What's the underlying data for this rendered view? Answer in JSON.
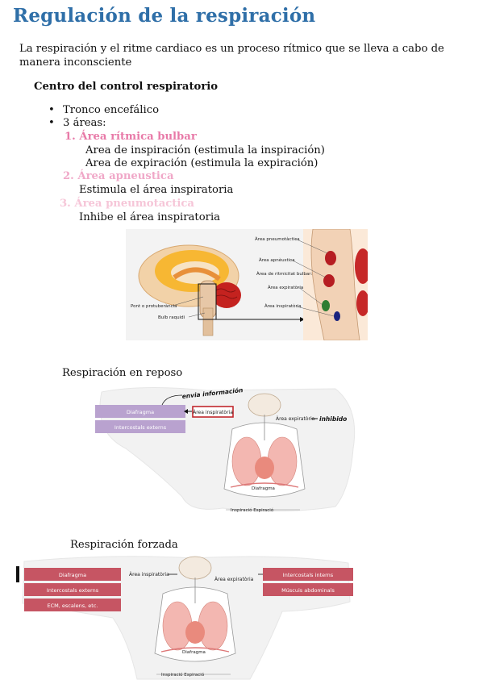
{
  "title": "Regulación de la respiración",
  "intro": "La respiración y el ritme cardiaco es un proceso rítmico que se lleva a cabo de manera inconsciente",
  "section_heading": "Centro del control respiratorio",
  "bullets": [
    "Tronco encefálico",
    "3 áreas:"
  ],
  "areas": [
    {
      "title": "1. Área rítmica bulbar",
      "lines": [
        "Area de inspiración (estimula la inspiración)",
        "Area de expiración (estimula la expiración)"
      ]
    },
    {
      "title": "2. Área apneustica",
      "lines": [
        "Estimula el área inspiratoria"
      ]
    },
    {
      "title": "3. Área pneumotactica",
      "lines": [
        "Inhibe el área inspiratoria"
      ]
    }
  ],
  "colors": {
    "title": "#2f6fa8",
    "area1": "#e87aa8",
    "area2": "#f0a8c8",
    "area3": "#f6c6d8",
    "purple_box": "#b9a2cf",
    "red_box": "#c65563",
    "highlight_red": "#c1272d"
  },
  "brain_figure": {
    "labels": {
      "pneumotaxica": "Àrea pneumotàctica",
      "apneustica": "Àrea apnèustica",
      "ritmica": "Àrea de ritmicitat bulbar:",
      "expiratoria": "Àrea expiratòria",
      "inspiratoria": "Àrea inspiratòria",
      "pont": "Pont o protuberància",
      "bulb": "Bulb raquidi"
    }
  },
  "rest_figure": {
    "caption": "Respiración en reposo",
    "handwritten_top": "envia información",
    "handwritten_right": "inhibido",
    "boxes": [
      "Diafragma",
      "Intercostals externs"
    ],
    "center_label": "Àrea inspiratòria",
    "right_label": "Àrea expiratòria",
    "organ_label": "Diafragma",
    "scale_text": "Inspiració  Espiració"
  },
  "forced_figure": {
    "caption": "Respiración forzada",
    "left_boxes": [
      "Diafragma",
      "Intercostals externs",
      "ECM, escalens, etc."
    ],
    "right_boxes": [
      "Intercostals interns",
      "Múscuis abdominals"
    ],
    "center_label": "Àrea inspiratòria",
    "right_label": "Àrea expiratòria",
    "organ_label": "Diafragma",
    "scale_text": "Inspiració  Espiració"
  }
}
